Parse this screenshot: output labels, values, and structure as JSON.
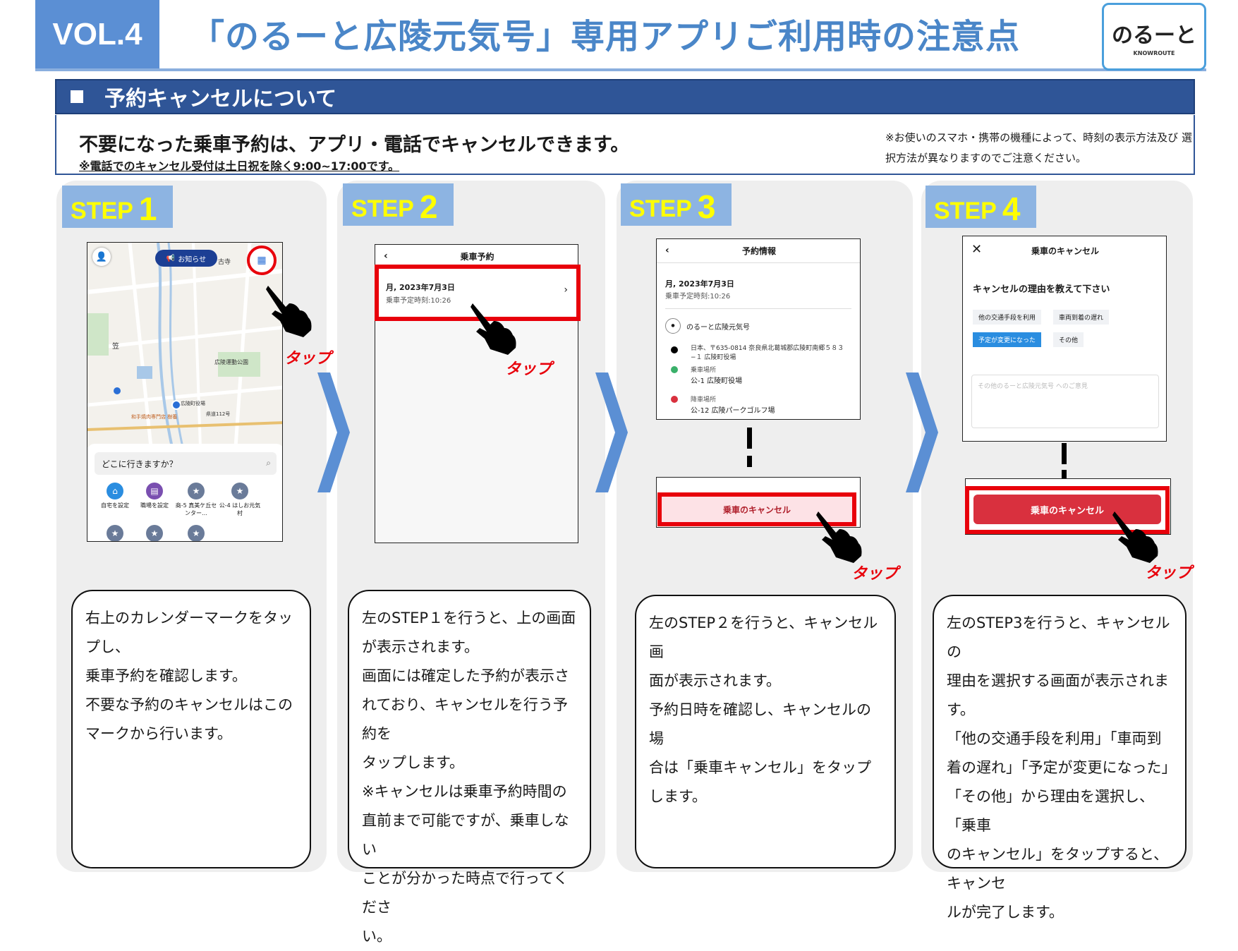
{
  "header": {
    "vol": "VOL.4",
    "title": "「のるーと広陵元気号」専用アプリご利用時の注意点",
    "logo_text": "のるーと",
    "logo_sub": "KNOWROUTE"
  },
  "section": {
    "title": "予約キャンセルについて",
    "main": "不要になった乗車予約は、アプリ・電話でキャンセルできます。",
    "sub": "※電話でのキャンセル受付は土日祝を除く9:00~17:00です。",
    "note": "※お使いのスマホ・携帯の機種によって、時刻の表示方法及び 選択方法が異なりますのでご注意ください。"
  },
  "steps": [
    {
      "label": "STEP",
      "num": "1",
      "tap": "タップ",
      "lines": [
        "右上のカレンダーマークをタップし、",
        "乗車予約を確認します。",
        "不要な予約のキャンセルはこの",
        "マークから行います。"
      ]
    },
    {
      "label": "STEP",
      "num": "2",
      "tap": "タップ",
      "lines": [
        "左のSTEP１を行うと、上の画面",
        "が表示されます。",
        "画面には確定した予約が表示さ",
        "れており、キャンセルを行う予約を",
        "タップします。",
        "※キャンセルは乗車予約時間の",
        "直前まで可能ですが、乗車しない",
        "ことが分かった時点で行ってくださ",
        "い。"
      ]
    },
    {
      "label": "STEP",
      "num": "3",
      "tap": "タップ",
      "lines": [
        "左のSTEP２を行うと、キャンセル画",
        "面が表示されます。",
        "予約日時を確認し、キャンセルの場",
        "合は「乗車キャンセル」をタップします。"
      ]
    },
    {
      "label": "STEP",
      "num": "4",
      "tap": "タップ",
      "lines": [
        "左のSTEP3を行うと、キャンセルの",
        "理由を選択する画面が表示されま",
        "す。",
        "「他の交通手段を利用」「車両到",
        "着の遅れ」「予定が変更になった」",
        "「その他」から理由を選択し、「乗車",
        "のキャンセル」をタップすると、キャンセ",
        "ルが完了します。"
      ]
    }
  ],
  "screen1": {
    "notice": "お知らせ",
    "place1": "古寺",
    "place2": "広陵運動公園",
    "place3": "広陵町役場",
    "place4": "和手焼肉専門店 樹養",
    "road": "県道112号",
    "park": "笠",
    "search": "どこに行きますか？",
    "shortcuts": [
      "自宅を設定",
      "職場を設定",
      "商-5 真美ケ丘センター…",
      "公-4 はしお元気村"
    ]
  },
  "screen2": {
    "title": "乗車予約",
    "date": "月, 2023年7月3日",
    "time": "乗車予定時刻:10:26"
  },
  "screen3": {
    "title": "予約情報",
    "date": "月, 2023年7月3日",
    "time": "乗車予定時刻:10:26",
    "service": "のるーと広陵元気号",
    "address": "日本、〒635-0814 奈良県北葛城郡広陵町南郷５８３−１ 広陵町役場",
    "board_label": "乗車場所",
    "board": "公-1 広陵町役場",
    "alight_label": "降車場所",
    "alight": "公-12 広陵パークゴルフ場",
    "cancel_btn": "乗車のキャンセル"
  },
  "screen4": {
    "title": "乗車のキャンセル",
    "question": "キャンセルの理由を教えて下さい",
    "reasons": [
      "他の交通手段を利用",
      "車両到着の遅れ",
      "予定が変更になった",
      "その他"
    ],
    "placeholder": "その他のるーと広陵元気号 へのご意見",
    "cancel_btn": "乗車のキャンセル"
  }
}
